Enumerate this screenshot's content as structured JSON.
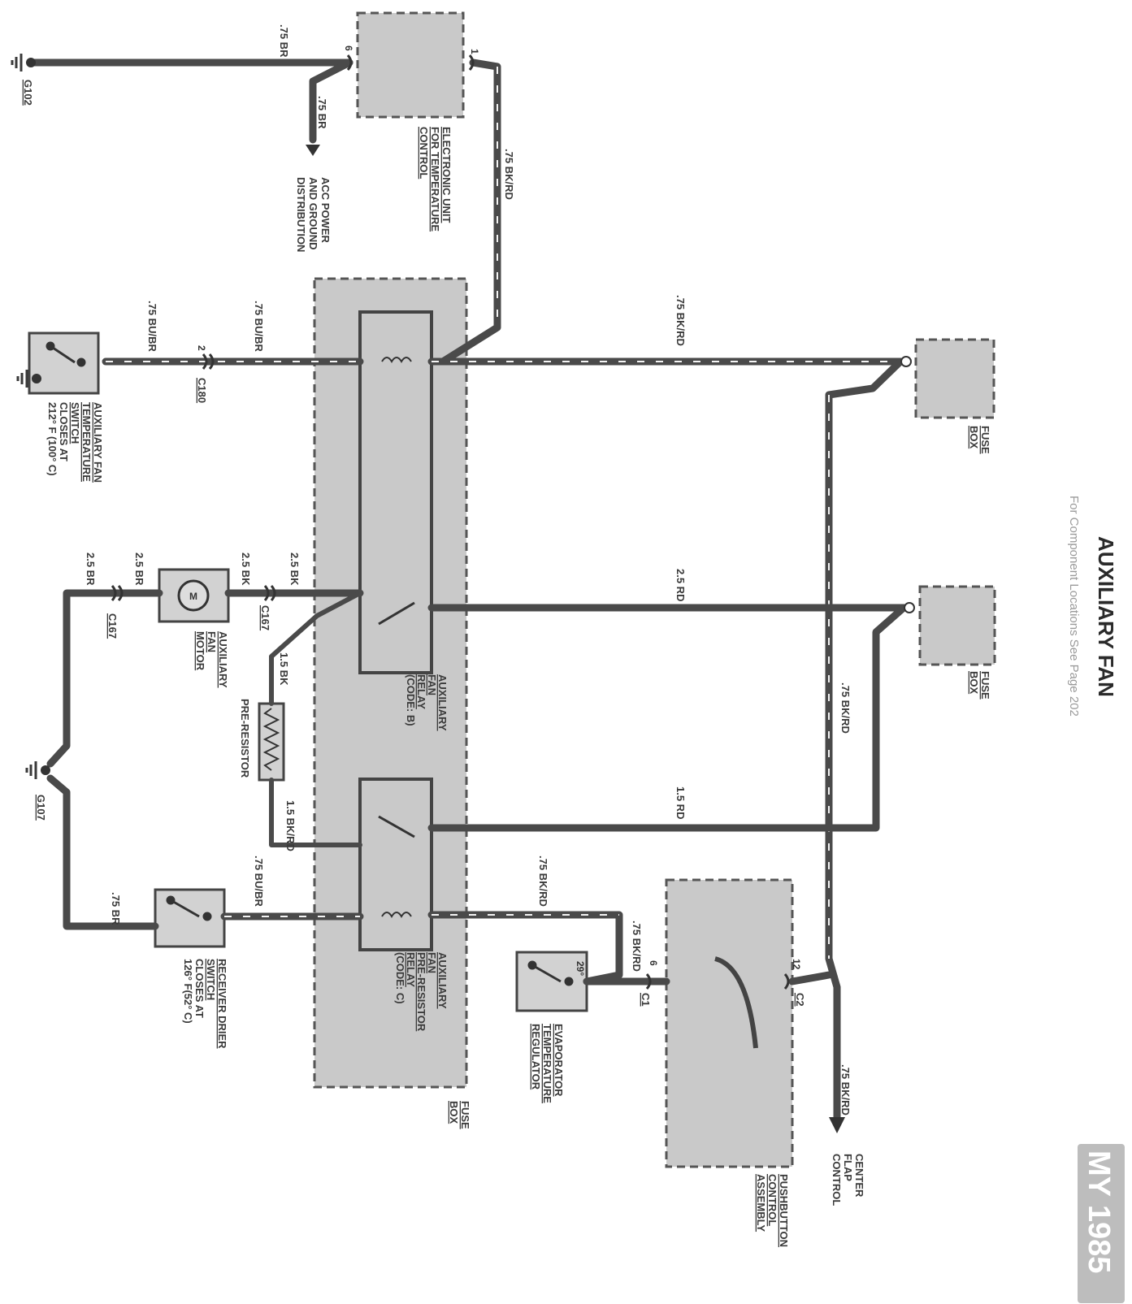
{
  "title": "AUXILIARY FAN",
  "subtitle": "For Component Locations See Page 202",
  "model_year_badge": "MY 1985",
  "wire_labels": {
    "w1": ".75 BR",
    "w2": ".75 BR",
    "w3": ".75 BK/RD",
    "w4": ".75 BU/BR",
    "w5": ".75 BU/BR",
    "w6": ".75 BK/RD",
    "w7": "2.5 BR",
    "w8": "2.5 BR",
    "w9": "2.5 BK",
    "w10": "2.5 BK",
    "w11": "1.5 BK",
    "w12": "2.5 RD",
    "w13": ".75 BK/RD",
    "w14": "1.5 RD",
    "w15": "1.5 BK/RD",
    "w16": ".75 BU/BR",
    "w17": ".75 BK/RD",
    "w18": ".75 BK/RD",
    "w19": ".75 BR",
    "w20": ".75 BK/RD"
  },
  "grounds": {
    "g102": "G102",
    "g107": "G107"
  },
  "connectors": {
    "c180": "C180",
    "c167a": "C167",
    "c167b": "C167",
    "c1": "C1",
    "c2": "C2"
  },
  "pins": {
    "p6a": "6",
    "p1a": "1",
    "p2": "2",
    "p6b": "6",
    "p12": "12",
    "p29": "29°"
  },
  "components": {
    "electronic_unit": [
      "ELECTRONIC UNIT",
      "FOR TEMPERATURE",
      "CONTROL"
    ],
    "acc_power": [
      "ACC POWER",
      "AND GROUND",
      "DISTRIBUTION"
    ],
    "aux_fan_switch": [
      "AUXILIARY FAN",
      "TEMPERATURE",
      "SWITCH",
      "CLOSES AT",
      "212° F (100° C)"
    ],
    "aux_fan_motor": [
      "AUXILIARY",
      "FAN",
      "MOTOR"
    ],
    "pre_resistor": "PRE-RESISTOR",
    "receiver_drier": [
      "RECEIVER DRIER",
      "SWITCH",
      "CLOSES AT",
      "126° F(52° C)"
    ],
    "evaporator_reg": [
      "EVAPORATOR",
      "TEMPERATURE",
      "REGULATOR"
    ],
    "fuse_box_main": [
      "FUSE",
      "BOX"
    ],
    "fuse_box_1": [
      "FUSE",
      "BOX"
    ],
    "fuse_box_2": [
      "FUSE",
      "BOX"
    ],
    "pushbutton": [
      "PUSHBUTTON",
      "CONTROL",
      "ASSEMBLY"
    ],
    "center_flap": [
      "CENTER",
      "FLAP",
      "CONTROL"
    ],
    "aux_fan_relay": [
      "AUXILIARY",
      "FAN",
      "RELAY",
      "(CODE: B)"
    ],
    "aux_fan_preresistor_relay": [
      "AUXILIARY",
      "FAN",
      "PRE-RESISTOR",
      "RELAY",
      "(CODE: C)"
    ]
  }
}
